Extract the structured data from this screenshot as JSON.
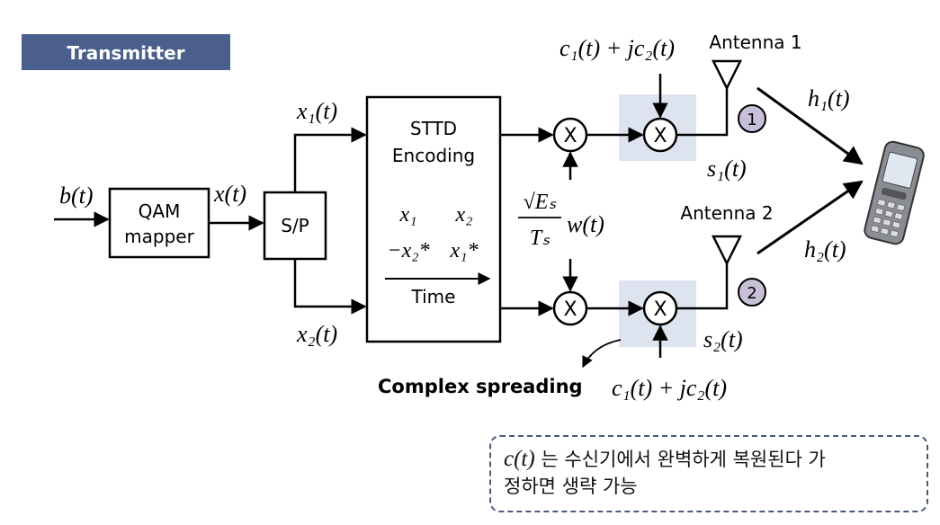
{
  "header": {
    "label": "Transmitter",
    "bg": "#4a5f8c"
  },
  "blocks": {
    "qam_line1": "QAM",
    "qam_line2": "mapper",
    "sp": "S/P",
    "sttd_line1": "STTD",
    "sttd_line2": "Encoding",
    "time": "Time"
  },
  "matrix": {
    "m11": "x₁",
    "m12": "x₂",
    "m21": "−x₂*",
    "m22": "x₁*"
  },
  "signals": {
    "b": "b(t)",
    "x": "x(t)",
    "x1": "x₁(t)",
    "x2": "x₂(t)",
    "code_top": "c₁(t) + jc₂(t)",
    "code_bottom": "c₁(t) + jc₂(t)",
    "s1": "s₁(t)",
    "s2": "s₂(t)",
    "h1": "h₁(t)",
    "h2": "h₂(t)",
    "gain_num": "√Eₛ",
    "gain_den": "Tₛ",
    "gain_w": "w(t)"
  },
  "multiplier_symbol": "X",
  "antennas": {
    "a1_label": "Antenna 1",
    "a2_label": "Antenna 2",
    "a1_badge": "1",
    "a2_badge": "2"
  },
  "complex_spreading": "Complex spreading",
  "note": {
    "math": "c(t)",
    "text1": " 는 수신기에서 완벽하게 복원된다 가",
    "text2": "정하면 생략 가능"
  },
  "colors": {
    "spread_box": "#dde4f0",
    "badge": "#c8c0d8",
    "header_text": "#ffffff"
  }
}
